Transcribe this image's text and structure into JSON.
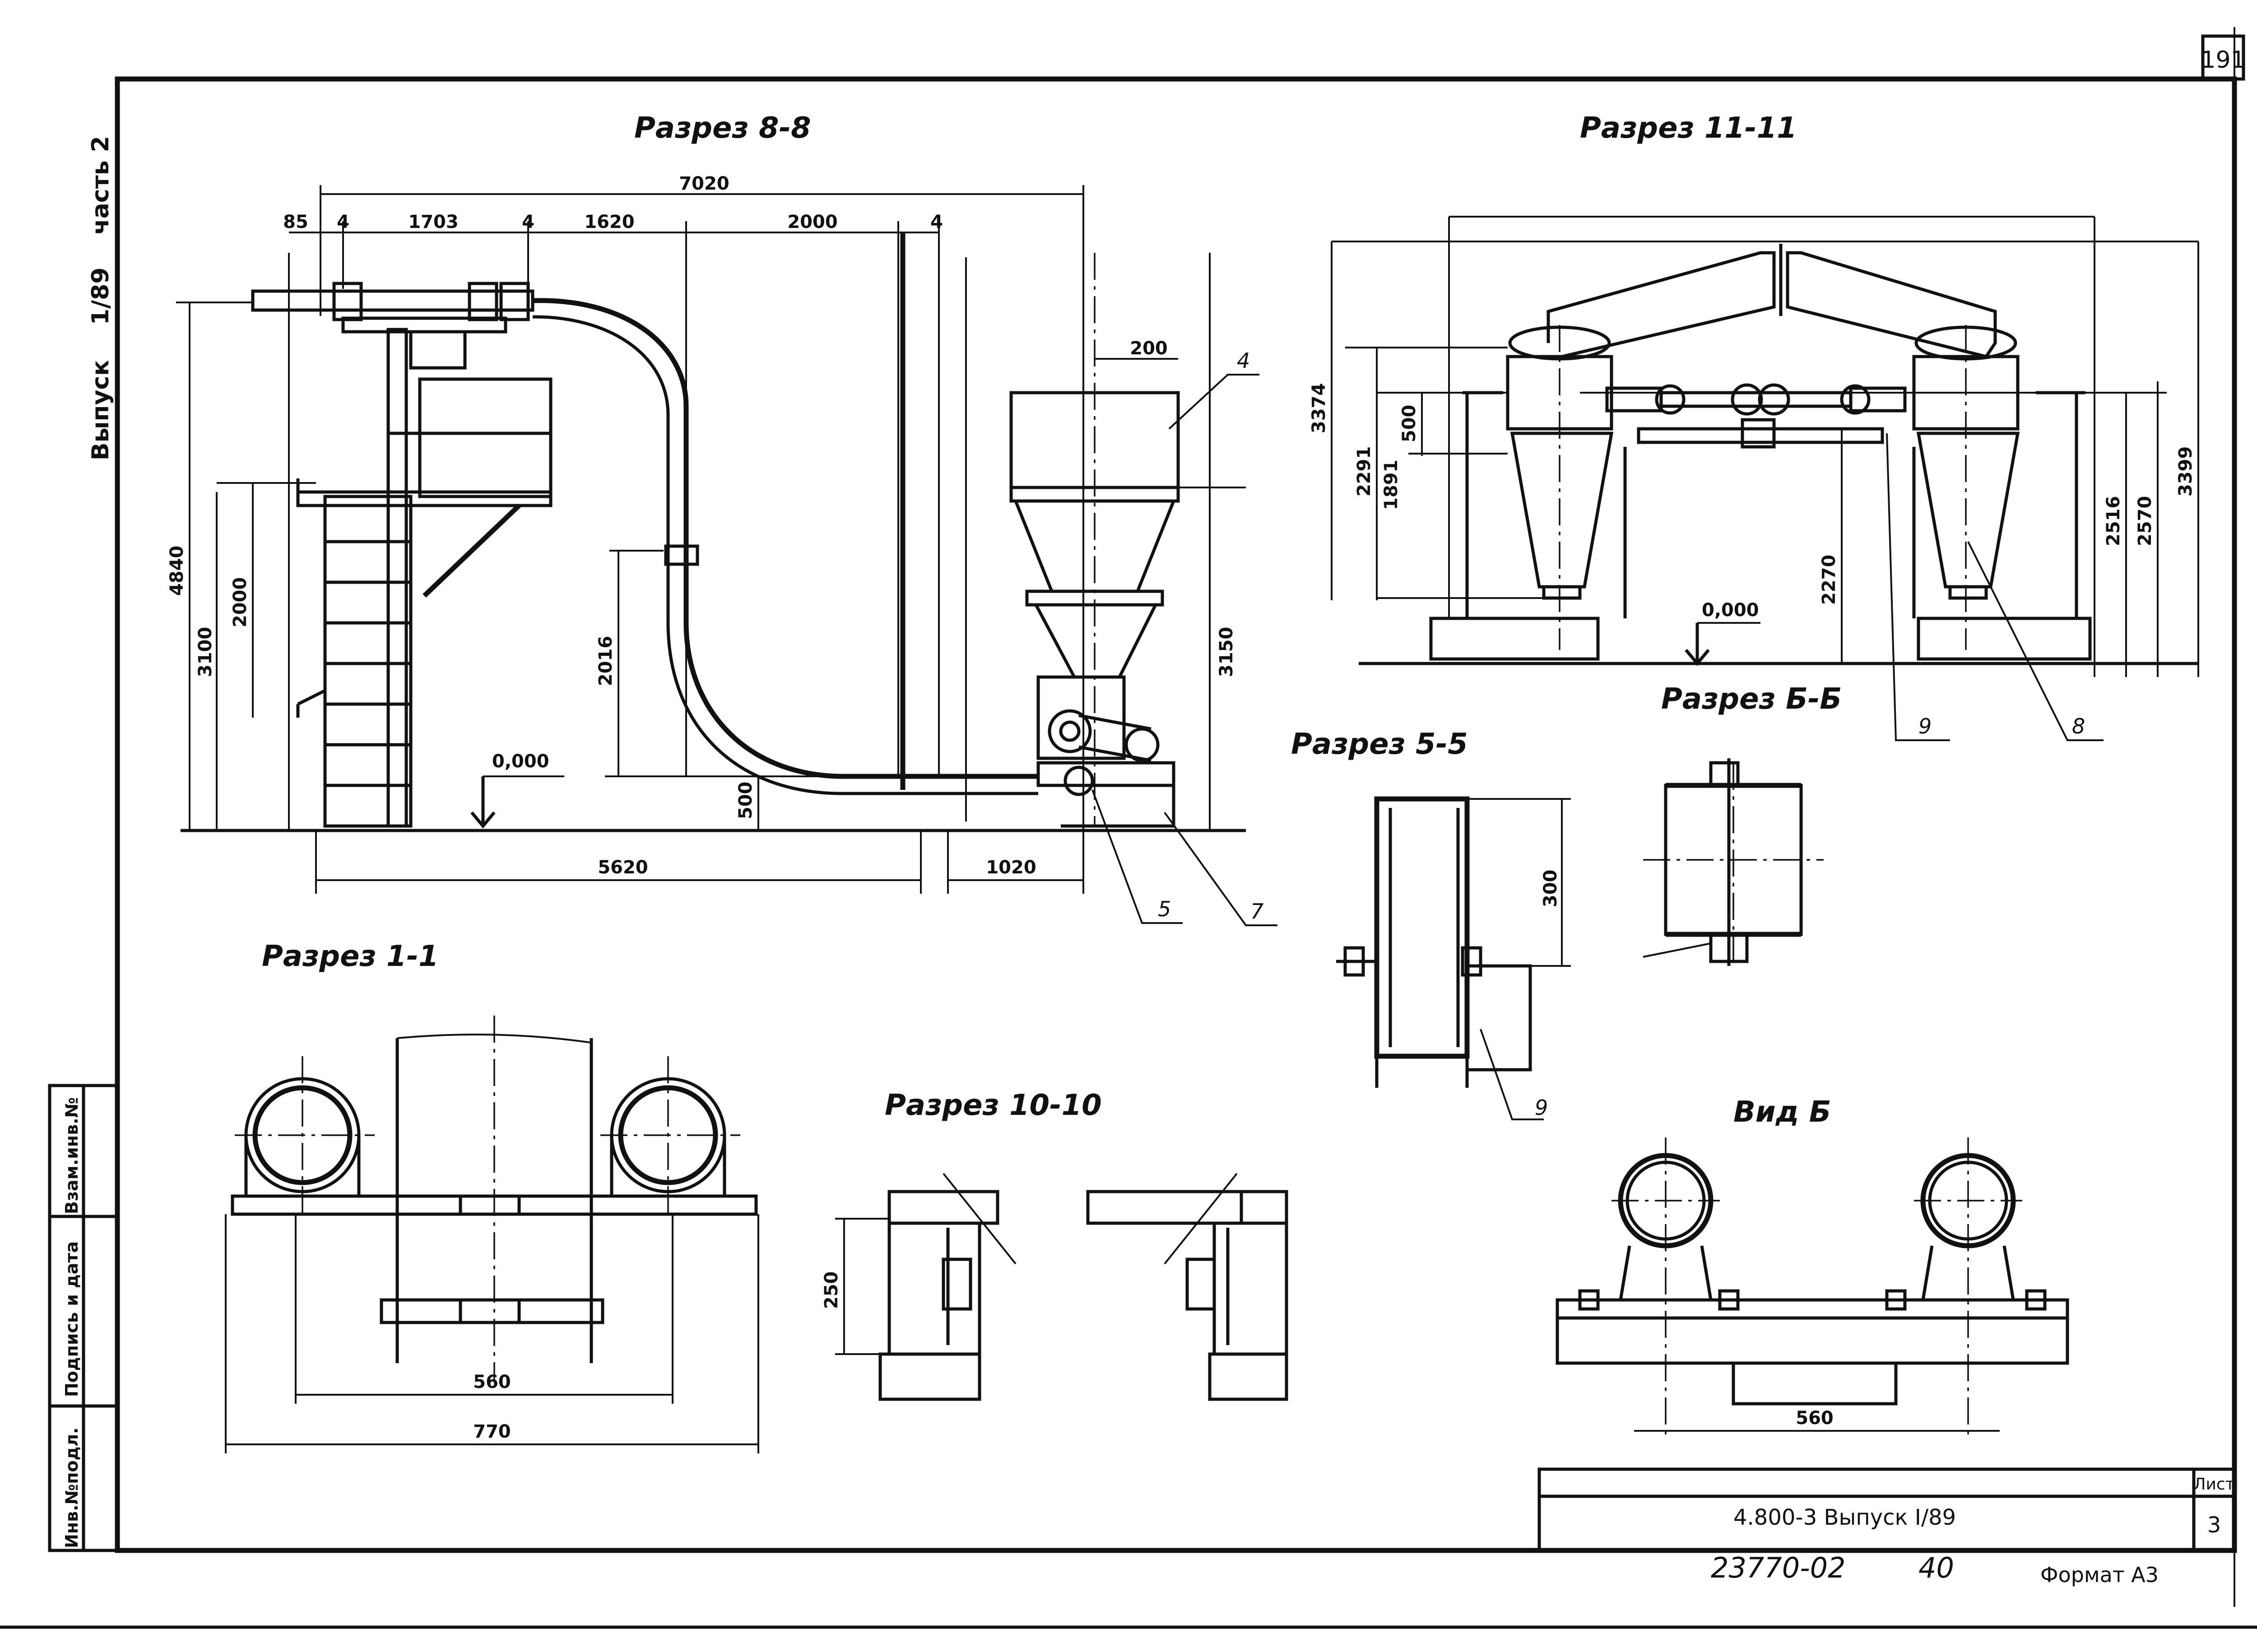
{
  "sheet": {
    "page_number": "191",
    "side_labels": {
      "series": "Выпуск",
      "issue": "1/89",
      "part": "часть 2"
    },
    "stamp_cells": [
      "Взам.инв.№",
      "Подпись и дата",
      "Инв.№подл."
    ],
    "title_block": {
      "code": "4.800-3  Выпуск I/89",
      "list_label": "Лист",
      "list_number": "3"
    },
    "footer": {
      "order_number": "23770-02",
      "copy_number": "40",
      "format": "Формат А3"
    }
  },
  "sections": {
    "s88": {
      "title": "Разрез 8-8",
      "dims": {
        "total_top": "7020",
        "d85": "85",
        "d4a": "4",
        "d1703": "1703",
        "d4b": "4",
        "d1620": "1620",
        "d2000": "2000",
        "d4c": "4",
        "d200": "200",
        "h4840": "4840",
        "h3100": "3100",
        "h2000": "2000",
        "h2016": "2016",
        "h500": "500",
        "h3150": "3150",
        "w5620": "5620",
        "w1020": "1020"
      },
      "level": "0,000",
      "callouts": {
        "c4": "4",
        "c5": "5",
        "c7": "7"
      }
    },
    "s1111": {
      "title": "Разрез 11-11",
      "dims": {
        "h3374": "3374",
        "h2291": "2291",
        "h1891": "1891",
        "h500": "500",
        "h2270": "2270",
        "h2516": "2516",
        "h2570": "2570",
        "h3399": "3399"
      },
      "level": "0,000",
      "callouts": {
        "c8": "8",
        "c9": "9"
      }
    },
    "sbb": {
      "title": "Разрез Б-Б"
    },
    "s55": {
      "title": "Разрез 5-5",
      "dims": {
        "h300": "300"
      },
      "callouts": {
        "c9": "9"
      }
    },
    "s11": {
      "title": "Разрез 1-1",
      "dims": {
        "w560": "560",
        "w770": "770"
      }
    },
    "s1010": {
      "title": "Разрез 10-10",
      "dims": {
        "h250": "250"
      }
    },
    "vidb": {
      "title": "Вид Б",
      "dims": {
        "w560": "560"
      }
    }
  }
}
